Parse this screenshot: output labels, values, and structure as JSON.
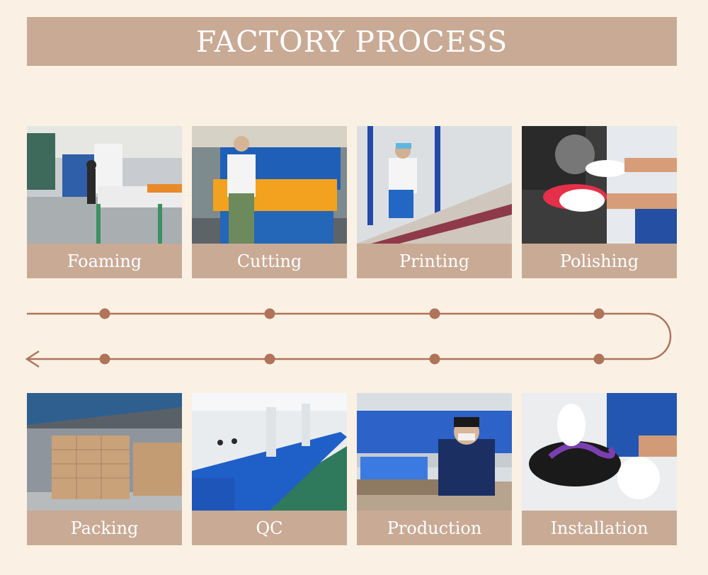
{
  "header": {
    "title": "FACTORY PROCESS"
  },
  "steps_top": [
    {
      "label": "Foaming"
    },
    {
      "label": "Cutting"
    },
    {
      "label": "Printing"
    },
    {
      "label": "Polishing"
    }
  ],
  "steps_bottom": [
    {
      "label": "Packing"
    },
    {
      "label": "QC"
    },
    {
      "label": "Production"
    },
    {
      "label": "Installation"
    }
  ],
  "flow": {
    "direction": "left-to-right then right-to-left",
    "color": "#b0745a"
  },
  "colors": {
    "background": "#faf1e4",
    "banner": "#c9aa95",
    "label_bg": "#c9aa95"
  }
}
